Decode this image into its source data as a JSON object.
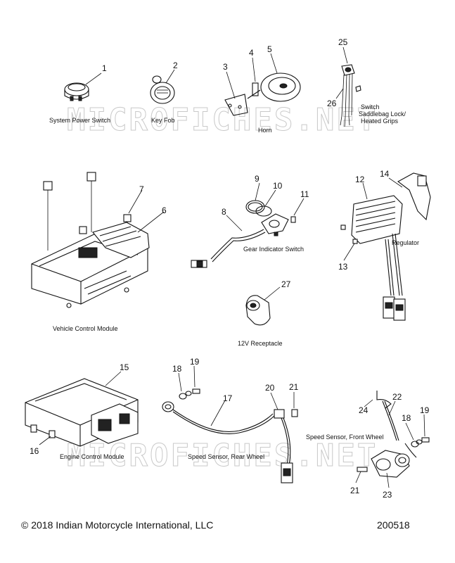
{
  "captions": {
    "system_power_switch": "System Power Switch",
    "key_fob": "Key Fob",
    "horn": "Horn",
    "switch_line1": "Switch",
    "switch_line2": "Saddlebag Lock/",
    "switch_line3": "Heated Grips",
    "vehicle_control_module": "Vehicle Control Module",
    "gear_indicator_switch": "Gear Indicator Switch",
    "regulator": "Regulator",
    "receptacle_12v": "12V Receptacle",
    "engine_control_module": "Engine Control Module",
    "speed_sensor_rear": "Speed Sensor, Rear Wheel",
    "speed_sensor_front": "Speed Sensor, Front Wheel"
  },
  "callouts": {
    "n1": "1",
    "n2": "2",
    "n3": "3",
    "n4": "4",
    "n5": "5",
    "n6": "6",
    "n7": "7",
    "n8": "8",
    "n9": "9",
    "n10": "10",
    "n11": "11",
    "n12": "12",
    "n13": "13",
    "n14": "14",
    "n15": "15",
    "n16": "16",
    "n17": "17",
    "n18a": "18",
    "n18b": "18",
    "n19a": "19",
    "n19b": "19",
    "n20": "20",
    "n21a": "21",
    "n21b": "21",
    "n22": "22",
    "n23": "23",
    "n24": "24",
    "n25": "25",
    "n26": "26",
    "n27": "27"
  },
  "watermark": {
    "top": "MICROFICHES.NET",
    "bottom": "MICROFICHES.NET"
  },
  "footer": {
    "copyright": "© 2018 Indian Motorcycle International, LLC",
    "code": "200518"
  }
}
